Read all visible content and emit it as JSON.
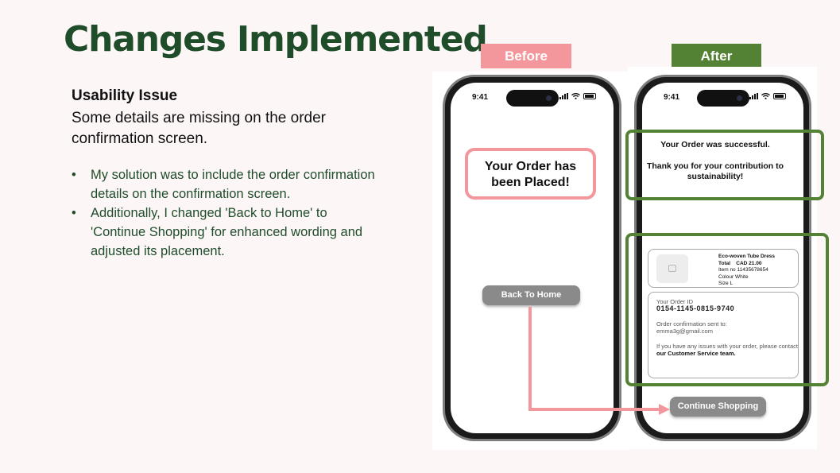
{
  "slide": {
    "title": "Changes Implemented",
    "issue_heading": "Usability Issue",
    "issue_text": "Some details are missing on the order confirmation screen.",
    "bullets": [
      "My solution was to include the order confirmation details on the confirmation screen.",
      "Additionally, I changed 'Back to Home' to 'Continue Shopping' for enhanced wording and adjusted its placement."
    ],
    "bullet_symbol": "•",
    "before_label": "Before",
    "after_label": "After"
  },
  "before_phone": {
    "time": "9:41",
    "message": "Your Order has been Placed!",
    "button": "Back To Home"
  },
  "after_phone": {
    "time": "9:41",
    "success_line1": "Your Order was successful.",
    "success_line2": "Thank you for your contribution to sustainability!",
    "item": {
      "name": "Eco-woven Tube Dress",
      "total_label": "Total",
      "total_value": "CAD 21.00",
      "item_no": "Item no 11435678654",
      "colour": "Colour  White",
      "size": "Size   L"
    },
    "order_id_label": "Your Order ID",
    "order_id": "0154-1145-0815-9740",
    "confirmation_label": "Order confirmation sent to:",
    "email": "emma3g@gmail.com",
    "issues_text": "If you have any issues with your order, please contact",
    "issues_link": "our Customer Service team.",
    "button": "Continue Shopping"
  },
  "colors": {
    "title_green": "#1f4d2a",
    "before_pink": "#f4979c",
    "after_green": "#548235",
    "button_grey": "#8a8a8a"
  }
}
